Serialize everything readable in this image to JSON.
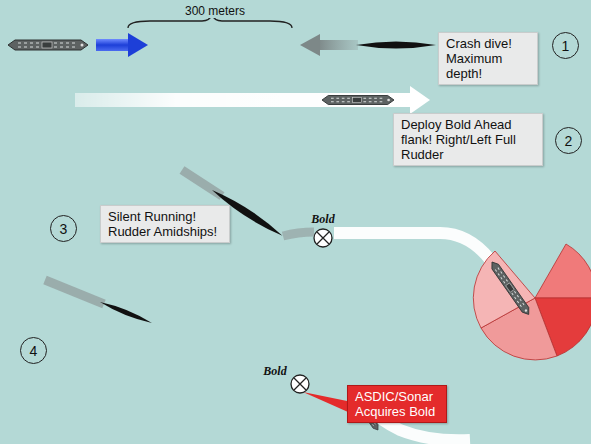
{
  "diagram": {
    "nodes": [
      {
        "text": [
          "Crash dive! Maximum depth!"
        ]
      },
      {
        "text": [
          "1"
        ]
      },
      {
        "text": [
          "Deploy Bold Ahead flank! Right/Left Full Rudder"
        ]
      },
      {
        "text": [
          "2"
        ]
      },
      {
        "text": [
          "3"
        ]
      },
      {
        "text": [
          "Silent Running! Rudder Amidships!"
        ]
      },
      {
        "text": [
          "4"
        ]
      },
      {
        "text": [
          "ASDIC/Sonar Acquires Bold"
        ]
      }
    ],
    "labels": [
      "300 meters",
      "Bold",
      "Bold"
    ]
  }
}
